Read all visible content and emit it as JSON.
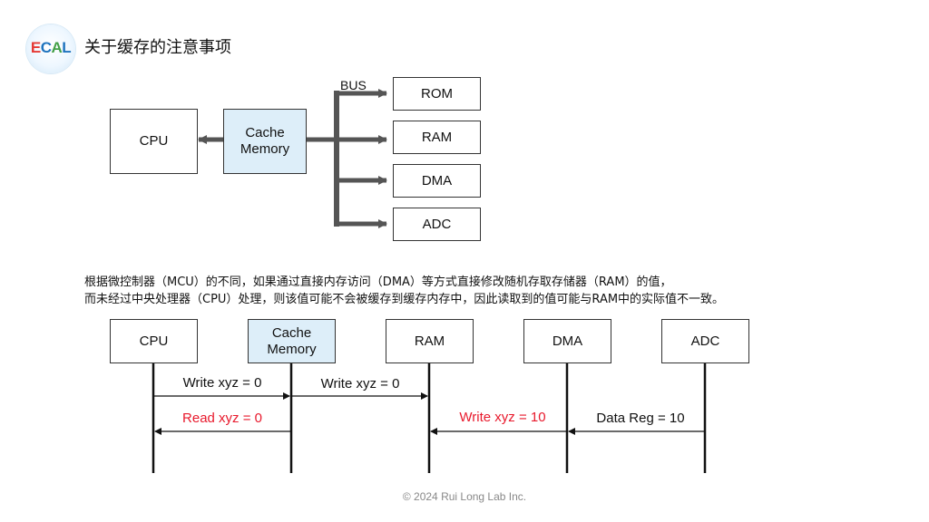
{
  "logo": {
    "l1": "E",
    "l2": "C",
    "l3": "A",
    "l4": "L",
    "icon": "ecal-logo-icon"
  },
  "title": "关于缓存的注意事项",
  "diagram1": {
    "cpu": "CPU",
    "cache_line1": "Cache",
    "cache_line2": "Memory",
    "bus_label": "BUS",
    "targets": [
      "ROM",
      "RAM",
      "DMA",
      "ADC"
    ]
  },
  "description": {
    "line1": "根据微控制器（MCU）的不同，如果通过直接内存访问（DMA）等方式直接修改随机存取存储器（RAM）的值，",
    "line2": "而未经过中央处理器（CPU）处理，则该值可能不会被缓存到缓存内存中，因此读取到的值可能与RAM中的实际值不一致。"
  },
  "diagram2": {
    "participants": {
      "cpu": "CPU",
      "cache_line1": "Cache",
      "cache_line2": "Memory",
      "ram": "RAM",
      "dma": "DMA",
      "adc": "ADC"
    },
    "messages": {
      "cpu_to_cache": "Write xyz = 0",
      "cache_to_ram": "Write xyz = 0",
      "cache_to_cpu": "Read xyz = 0",
      "dma_to_ram": "Write xyz = 10",
      "adc_to_dma": "Data Reg = 10"
    },
    "colors": {
      "normal": "#111111",
      "highlight": "#e8192c"
    }
  },
  "footer": "© 2024 Rui Long Lab Inc."
}
